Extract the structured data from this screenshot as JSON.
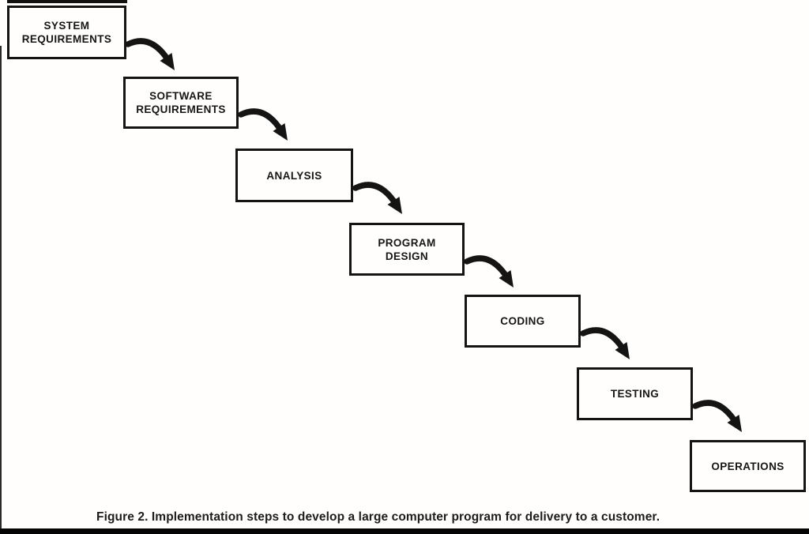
{
  "diagram": {
    "type": "waterfall-flow-diagram",
    "caption": "Figure 2.  Implementation steps to develop a large computer program for delivery to a customer.",
    "steps": [
      {
        "label": "SYSTEM\nREQUIREMENTS"
      },
      {
        "label": "SOFTWARE\nREQUIREMENTS"
      },
      {
        "label": "ANALYSIS"
      },
      {
        "label": "PROGRAM\nDESIGN"
      },
      {
        "label": "CODING"
      },
      {
        "label": "TESTING"
      },
      {
        "label": "OPERATIONS"
      }
    ],
    "connections": [
      {
        "from": "SYSTEM REQUIREMENTS",
        "to": "SOFTWARE REQUIREMENTS"
      },
      {
        "from": "SOFTWARE REQUIREMENTS",
        "to": "ANALYSIS"
      },
      {
        "from": "ANALYSIS",
        "to": "PROGRAM DESIGN"
      },
      {
        "from": "PROGRAM DESIGN",
        "to": "CODING"
      },
      {
        "from": "CODING",
        "to": "TESTING"
      },
      {
        "from": "TESTING",
        "to": "OPERATIONS"
      }
    ],
    "colors": {
      "ink": "#141414",
      "background": "#fffefd"
    }
  }
}
